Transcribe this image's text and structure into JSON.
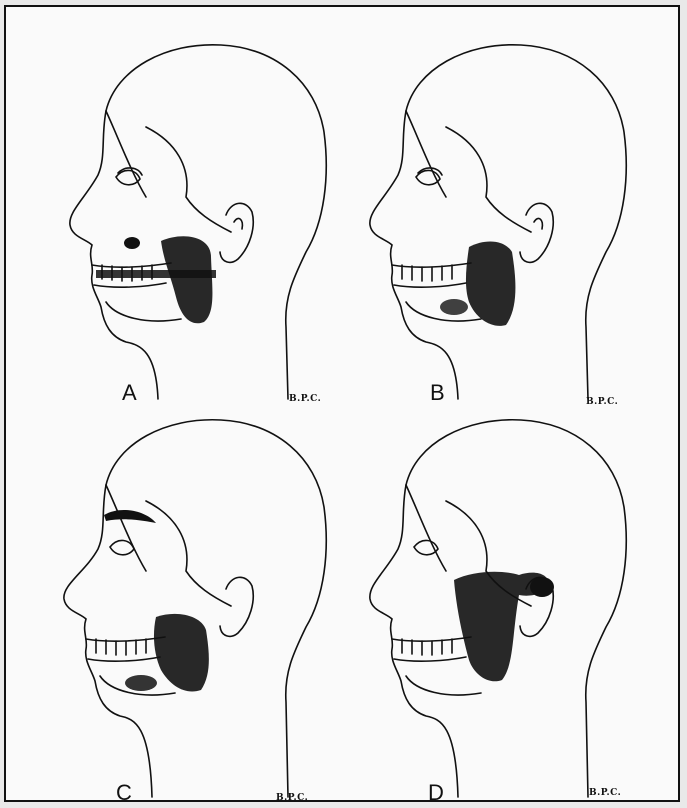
{
  "figure": {
    "panels": [
      {
        "id": "A",
        "label": "A",
        "initials": "B.P.C.",
        "dark_zone": "tongue"
      },
      {
        "id": "B",
        "label": "B",
        "initials": "B.P.C.",
        "dark_zone": "jaw-lower"
      },
      {
        "id": "C",
        "label": "C",
        "initials": "B.P.C.",
        "dark_zone": "jaw-and-brow"
      },
      {
        "id": "D",
        "label": "D",
        "initials": "B.P.C.",
        "dark_zone": "jaw-and-ear"
      }
    ],
    "colors": {
      "ink": "#111111",
      "paper": "#fafafa",
      "background": "#e9e9e9"
    }
  }
}
